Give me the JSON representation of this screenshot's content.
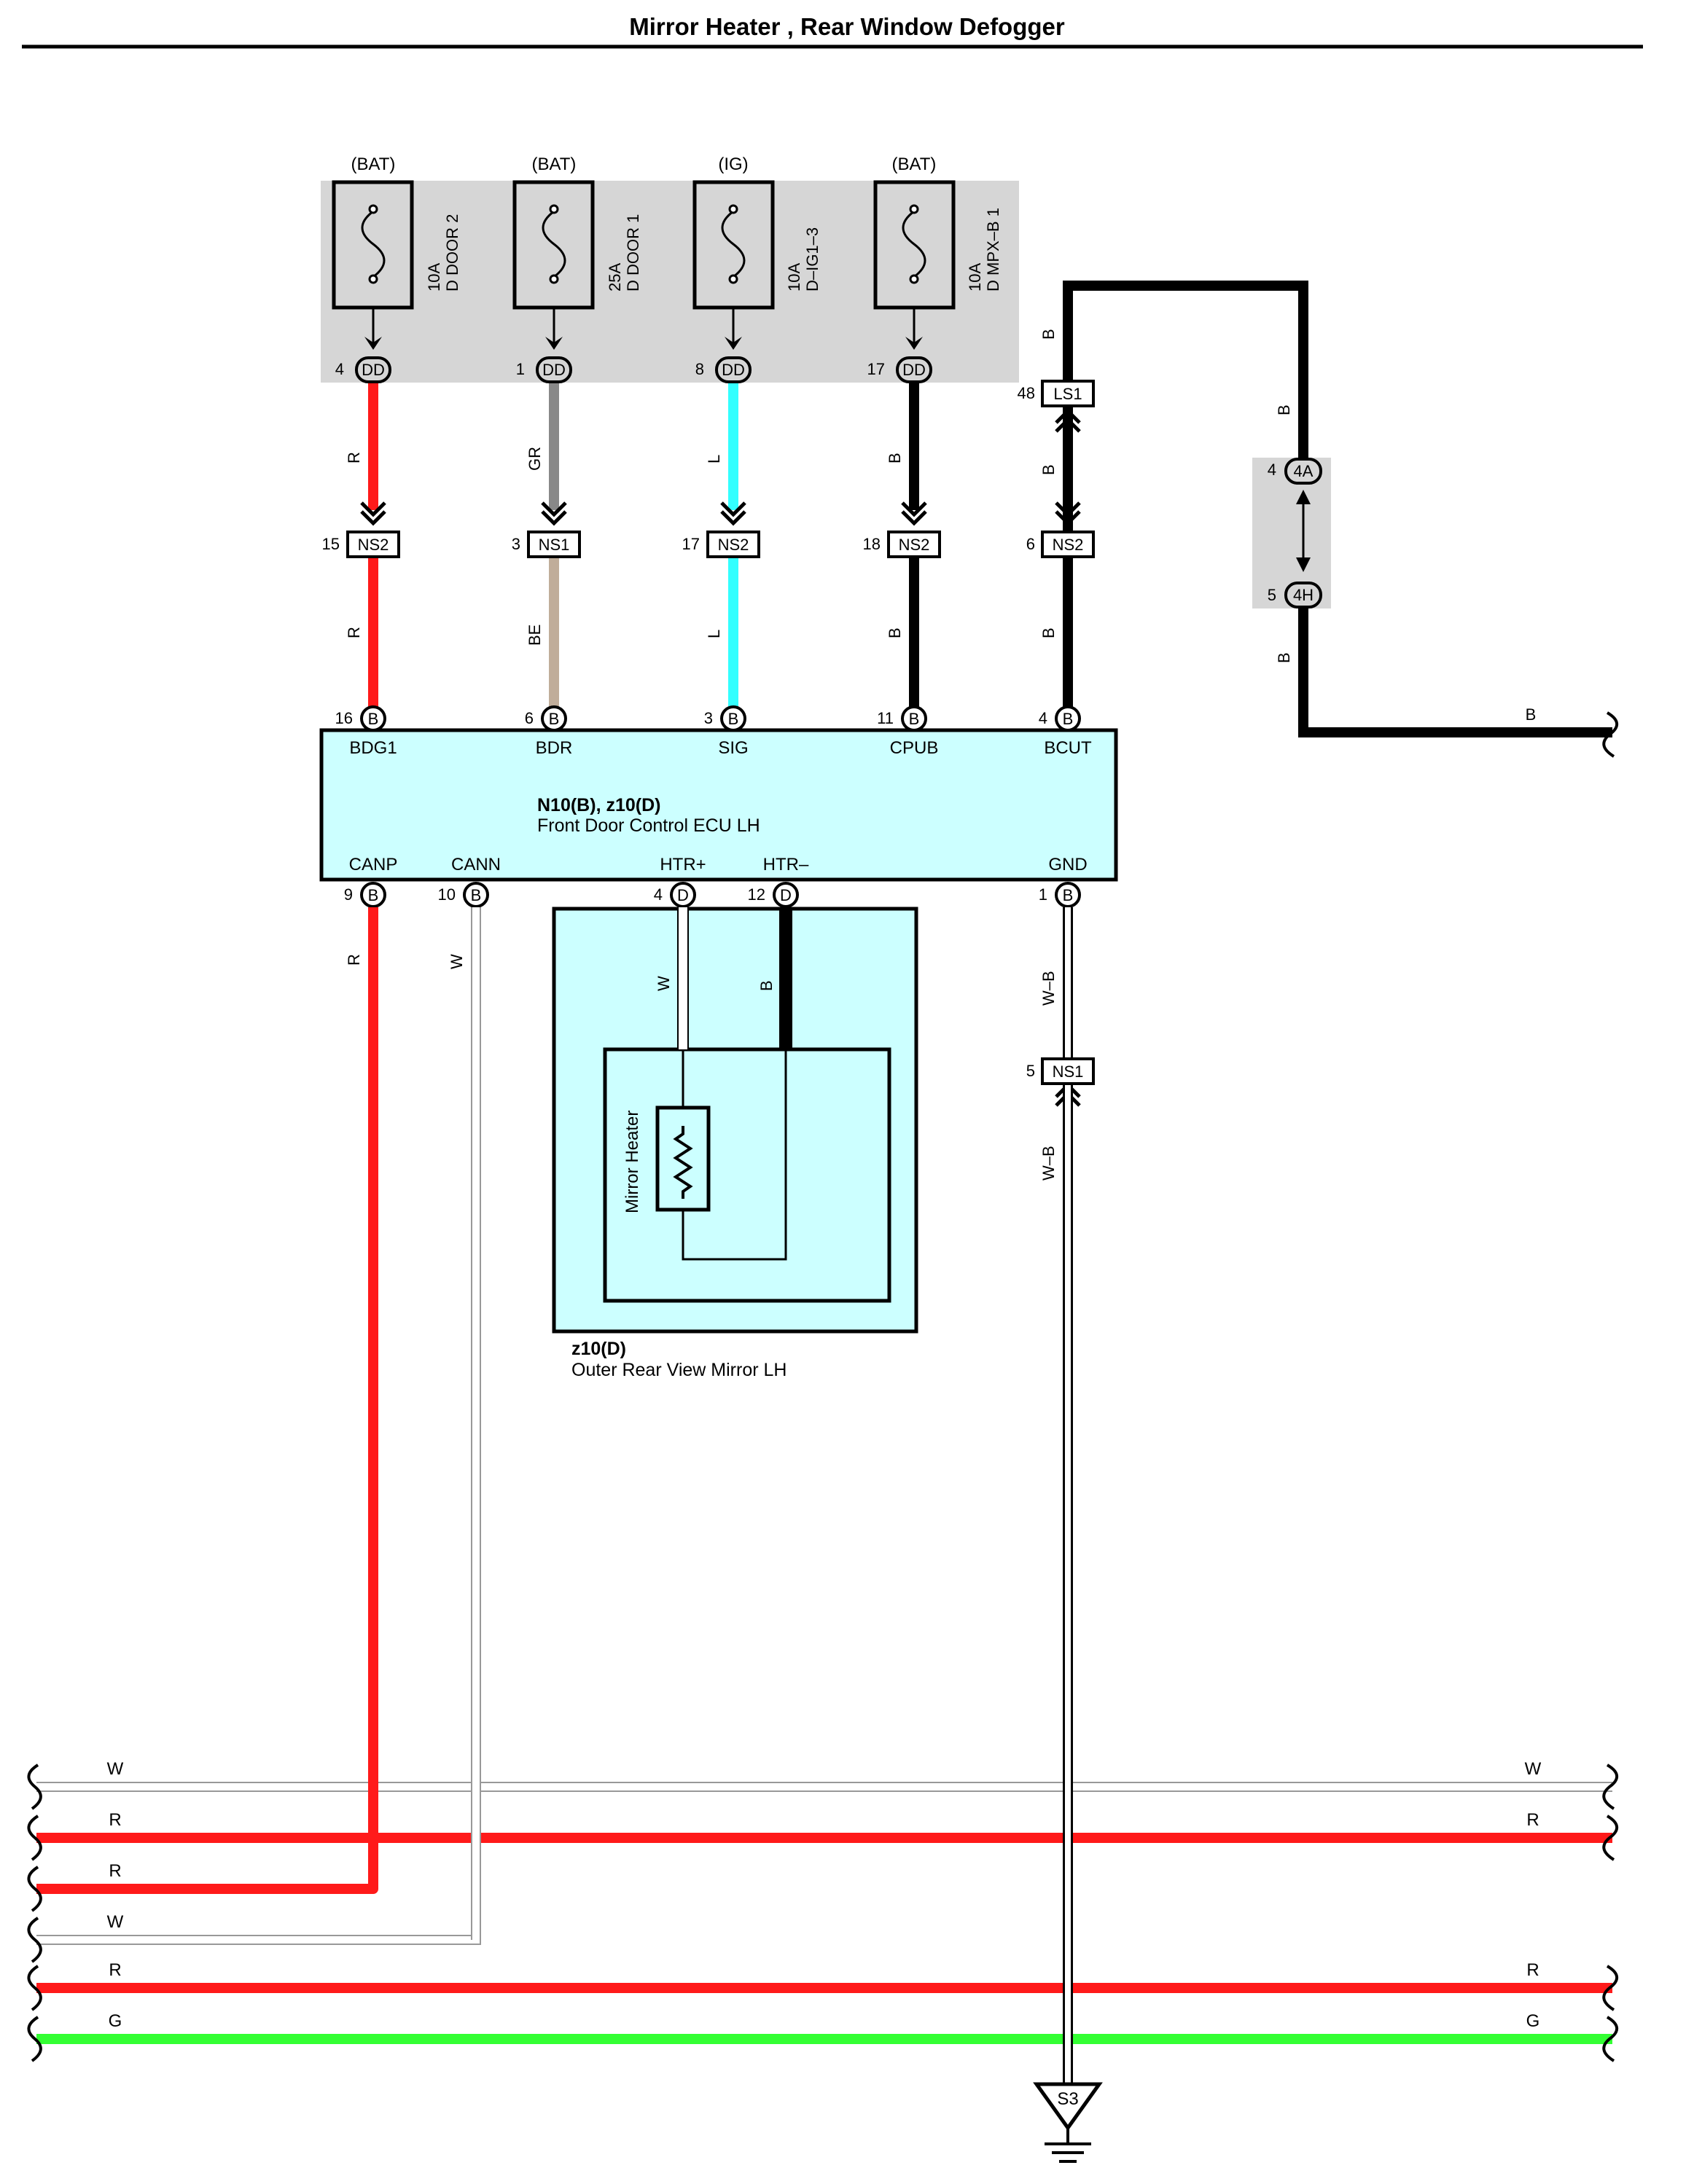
{
  "title": "Mirror Heater , Rear Window Defogger",
  "colors": {
    "R": "#ff1a1a",
    "GR": "#888888",
    "L": "#33ffff",
    "B": "#000000",
    "BE": "#c0ad9a",
    "W": "#ffffff",
    "G": "#33ff33",
    "W-B": "#ffffff",
    "ecu_fill": "#ccffff",
    "fuse_panel": "#d6d6d6"
  },
  "fuses": [
    {
      "supply": "(BAT)",
      "rating": "10A",
      "name": "D DOOR 2",
      "pin": "4",
      "conn": "DD"
    },
    {
      "supply": "(BAT)",
      "rating": "25A",
      "name": "D DOOR 1",
      "pin": "1",
      "conn": "DD"
    },
    {
      "supply": "(IG)",
      "rating": "10A",
      "name": "D–IG1–3",
      "pin": "8",
      "conn": "DD"
    },
    {
      "supply": "(BAT)",
      "rating": "10A",
      "name": "D MPX–B 1",
      "pin": "17",
      "conn": "DD"
    }
  ],
  "upper_wires": [
    {
      "top_color": "R",
      "bottom_color": "R",
      "mid_pin": "15",
      "mid_conn": "NS2",
      "ecu_pin": "16",
      "ecu_conn": "B",
      "terminal": "BDG1"
    },
    {
      "top_color": "GR",
      "bottom_color": "BE",
      "mid_pin": "3",
      "mid_conn": "NS1",
      "ecu_pin": "6",
      "ecu_conn": "B",
      "terminal": "BDR"
    },
    {
      "top_color": "L",
      "bottom_color": "L",
      "mid_pin": "17",
      "mid_conn": "NS2",
      "ecu_pin": "3",
      "ecu_conn": "B",
      "terminal": "SIG"
    },
    {
      "top_color": "B",
      "bottom_color": "B",
      "mid_pin": "18",
      "mid_conn": "NS2",
      "ecu_pin": "11",
      "ecu_conn": "B",
      "terminal": "CPUB"
    }
  ],
  "bcut": {
    "wire_color": "B",
    "ls_pin": "48",
    "ls_conn": "LS1",
    "ns_pin": "6",
    "ns_conn": "NS2",
    "ecu_pin": "4",
    "ecu_conn": "B",
    "terminal": "BCUT"
  },
  "junction": {
    "top_pin": "4",
    "top_conn": "4A",
    "bottom_pin": "5",
    "bottom_conn": "4H",
    "wire_color": "B",
    "exit_color": "B"
  },
  "ecu": {
    "code": "N10(B), z10(D)",
    "name": "Front Door Control ECU LH",
    "bottom_terminals": [
      {
        "label": "CANP",
        "pin": "9",
        "conn": "B",
        "wire": "R"
      },
      {
        "label": "CANN",
        "pin": "10",
        "conn": "B",
        "wire": "W"
      },
      {
        "label": "HTR+",
        "pin": "4",
        "conn": "D",
        "wire": "W"
      },
      {
        "label": "HTR–",
        "pin": "12",
        "conn": "D",
        "wire": "B"
      },
      {
        "label": "GND",
        "pin": "1",
        "conn": "B",
        "wire": "W–B"
      }
    ]
  },
  "mirror": {
    "code": "z10(D)",
    "name": "Outer Rear View Mirror LH",
    "element": "Mirror Heater"
  },
  "ground": {
    "ns_pin": "5",
    "ns_conn": "NS1",
    "wire_upper": "W–B",
    "wire_lower": "W–B",
    "ground_point": "S3"
  },
  "bus_lines": [
    {
      "left": "W",
      "right": "W"
    },
    {
      "left": "R",
      "right": "R"
    },
    {
      "left": "R",
      "right": ""
    },
    {
      "left": "W",
      "right": ""
    },
    {
      "left": "R",
      "right": "R"
    },
    {
      "left": "G",
      "right": "G"
    }
  ]
}
